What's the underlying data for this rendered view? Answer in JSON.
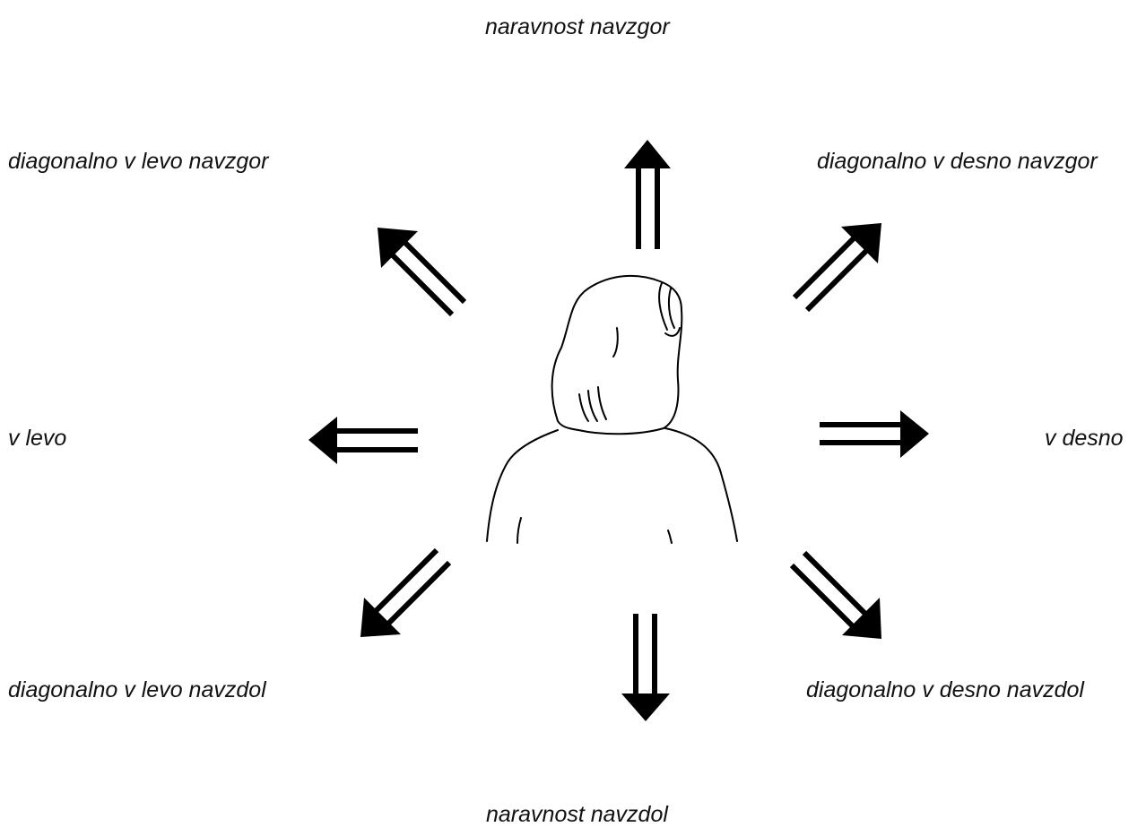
{
  "labels": {
    "up": "naravnost navzgor",
    "up_left": "diagonalno v levo navzgor",
    "up_right": "diagonalno v desno navzgor",
    "left": "v levo",
    "right": "v desno",
    "down_left": "diagonalno v levo navzdol",
    "down_right": "diagonalno v desno navzdol",
    "down": "naravnost navzdol"
  },
  "icons": {
    "center": "person-back-view-icon",
    "arrows": "double-shaft-arrow-icon"
  },
  "colors": {
    "ink": "#000000",
    "background": "#ffffff"
  }
}
